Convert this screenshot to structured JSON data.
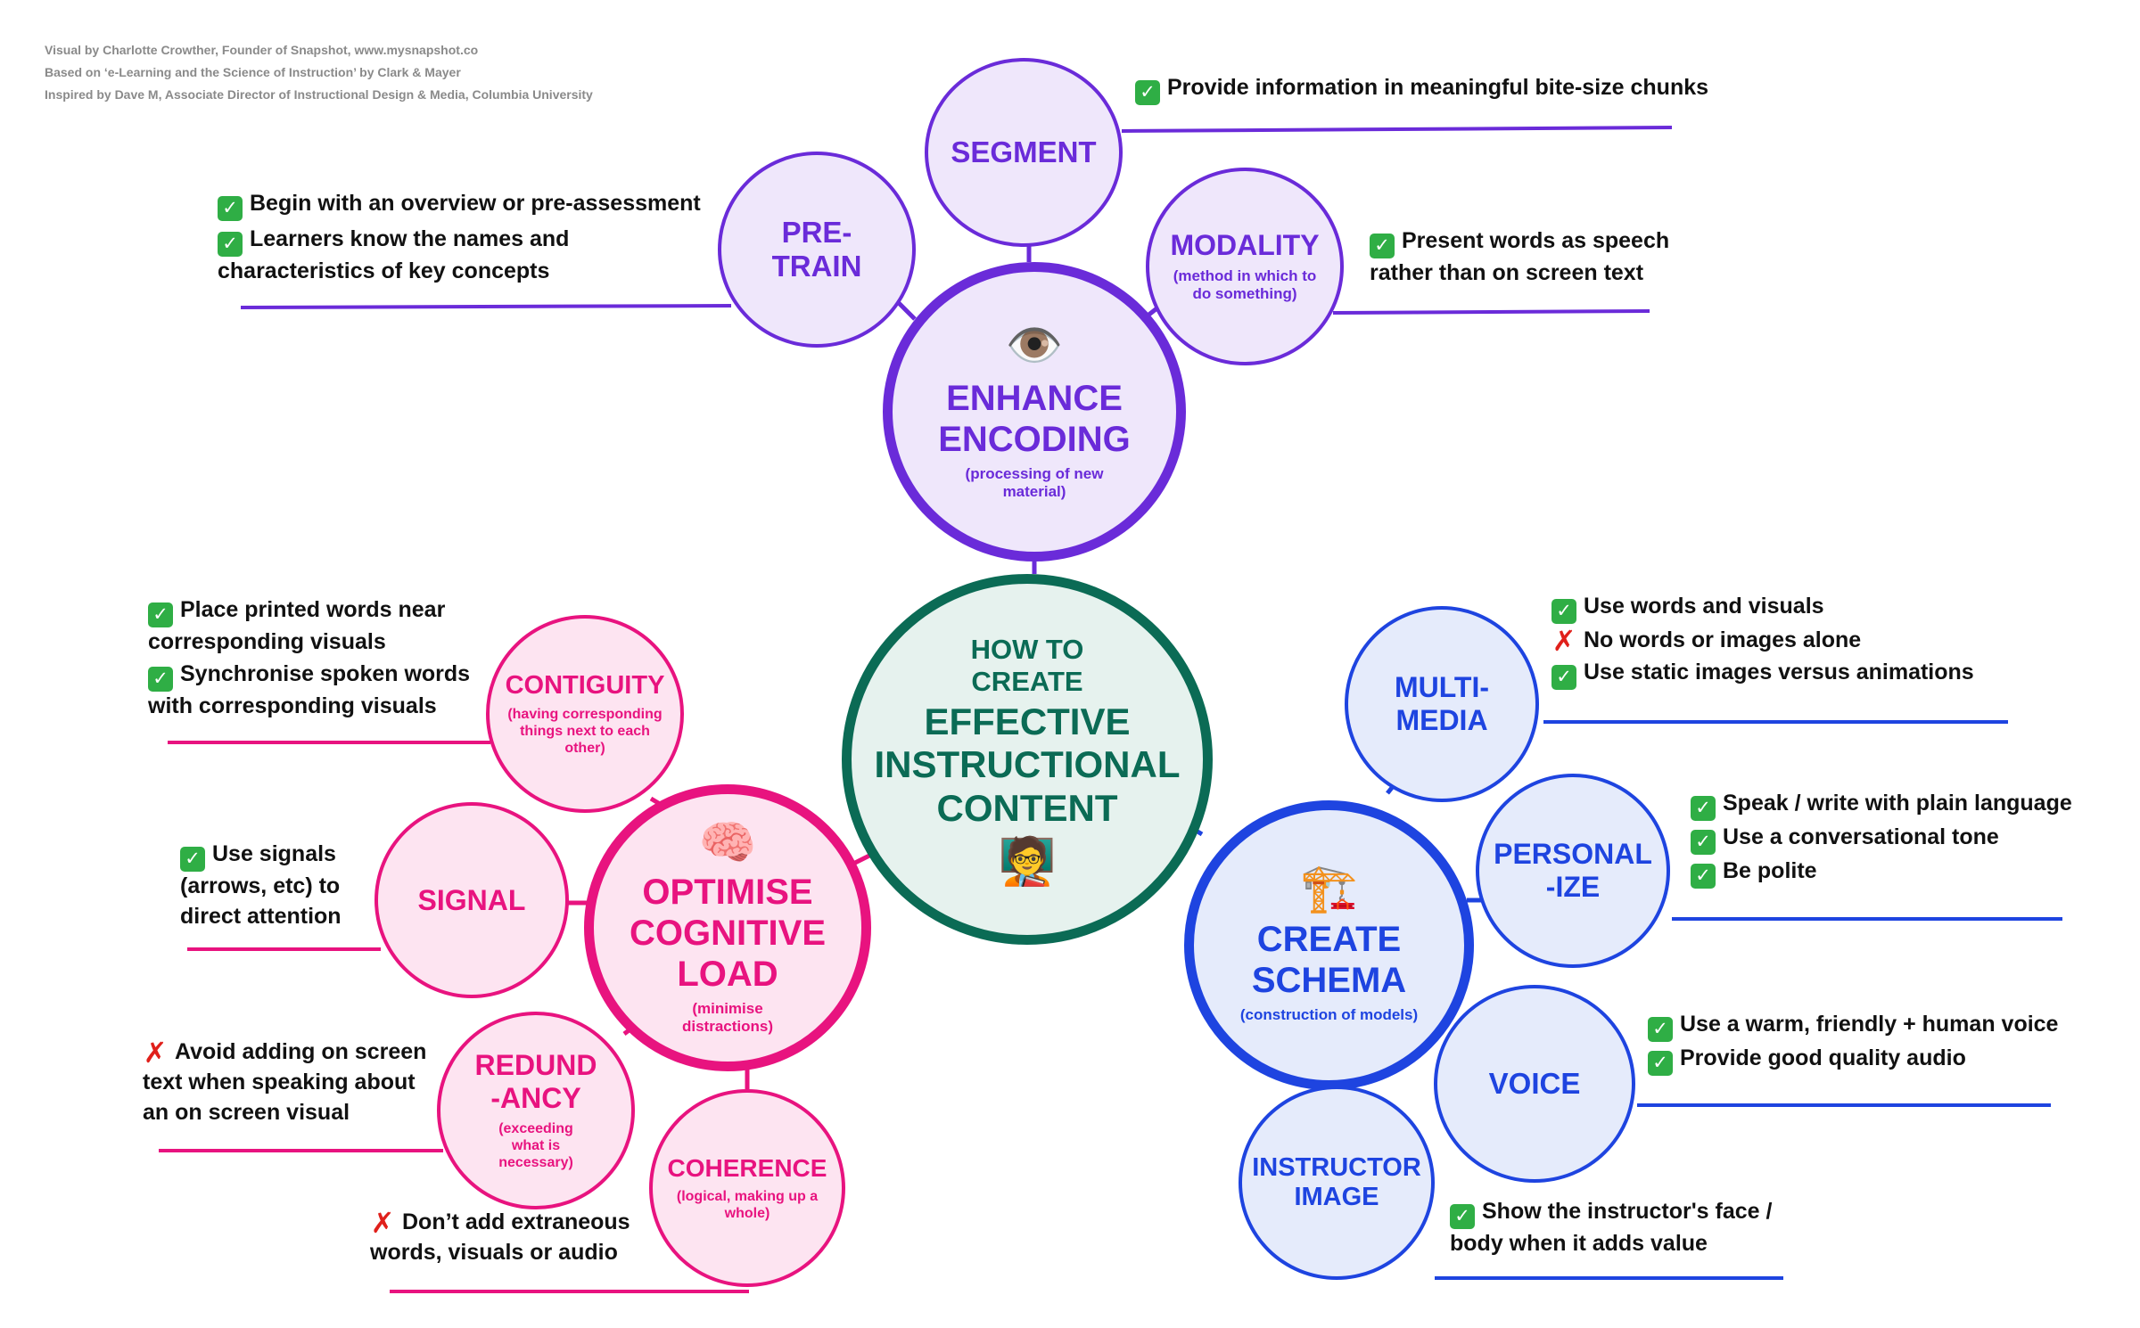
{
  "credits": [
    "Visual by Charlotte Crowther, Founder of Snapshot, www.mysnapshot.co",
    "Based on ‘e-Learning and the Science of Instruction’ by Clark & Mayer",
    "Inspired by Dave M, Associate Director of Instructional Design & Media, Columbia University"
  ],
  "colors": {
    "center": "#0b6b55",
    "center_fill": "#e6f2ee",
    "encoding": "#6a2bd9",
    "encoding_fill": "#efe7fb",
    "load": "#e8137f",
    "load_fill": "#fde4f1",
    "schema": "#1e44e0",
    "schema_fill": "#e5ebfb"
  },
  "icons": {
    "check": "check-mark-icon",
    "cross": "cross-mark-icon",
    "eye": "eye-icon",
    "brain": "brain-icon",
    "crane": "crane-icon",
    "teacher": "teacher-icon"
  },
  "center": {
    "line1": "HOW TO",
    "line2": "CREATE",
    "line3": "EFFECTIVE",
    "line4": "INSTRUCTIONAL",
    "line5": "CONTENT"
  },
  "encoding": {
    "title1": "ENHANCE",
    "title2": "ENCODING",
    "sub": "(processing of new material)",
    "segment": {
      "title": "SEGMENT",
      "note1": "Provide information in meaningful bite-size chunks"
    },
    "pretrain": {
      "title1": "PRE-",
      "title2": "TRAIN",
      "note1": "Begin with an overview or pre-assessment",
      "note2a": "Learners know the names and",
      "note2b": "characteristics of key concepts"
    },
    "modality": {
      "title": "MODALITY",
      "sub": "(method in which to do something)",
      "note1a": "Present words as speech",
      "note1b": "rather than on screen text"
    }
  },
  "load": {
    "title1": "OPTIMISE",
    "title2": "COGNITIVE",
    "title3": "LOAD",
    "sub": "(minimise distractions)",
    "contiguity": {
      "title": "CONTIGUITY",
      "sub": "(having corresponding things next to each other)",
      "note1a": "Place printed words near",
      "note1b": "corresponding visuals",
      "note2a": "Synchronise spoken words",
      "note2b": "with corresponding visuals"
    },
    "signal": {
      "title": "SIGNAL",
      "note1a": "Use signals",
      "note1b": "(arrows, etc) to",
      "note1c": "direct attention"
    },
    "redundancy": {
      "title1": "REDUND",
      "title2": "-ANCY",
      "sub": "(exceeding what is necessary)",
      "note1a": "Avoid adding on screen",
      "note1b": "text when speaking about",
      "note1c": "an on screen visual"
    },
    "coherence": {
      "title": "COHERENCE",
      "sub": "(logical, making up a whole)",
      "note1a": "Don’t add extraneous",
      "note1b": "words, visuals or audio"
    }
  },
  "schema": {
    "title1": "CREATE",
    "title2": "SCHEMA",
    "sub": "(construction of models)",
    "multimedia": {
      "title1": "MULTI-",
      "title2": "MEDIA",
      "note1": "Use words and visuals",
      "note2": "No words or images alone",
      "note3": "Use static images versus animations"
    },
    "personalize": {
      "title1": "PERSONAL",
      "title2": "-IZE",
      "note1": "Speak / write with plain language",
      "note2": "Use a conversational tone",
      "note3": "Be polite"
    },
    "voice": {
      "title": "VOICE",
      "note1": "Use a warm, friendly + human voice",
      "note2": "Provide good quality audio"
    },
    "instructor": {
      "title1": "INSTRUCTOR",
      "title2": "IMAGE",
      "note1a": "Show the instructor's face /",
      "note1b": "body when it adds value"
    }
  }
}
